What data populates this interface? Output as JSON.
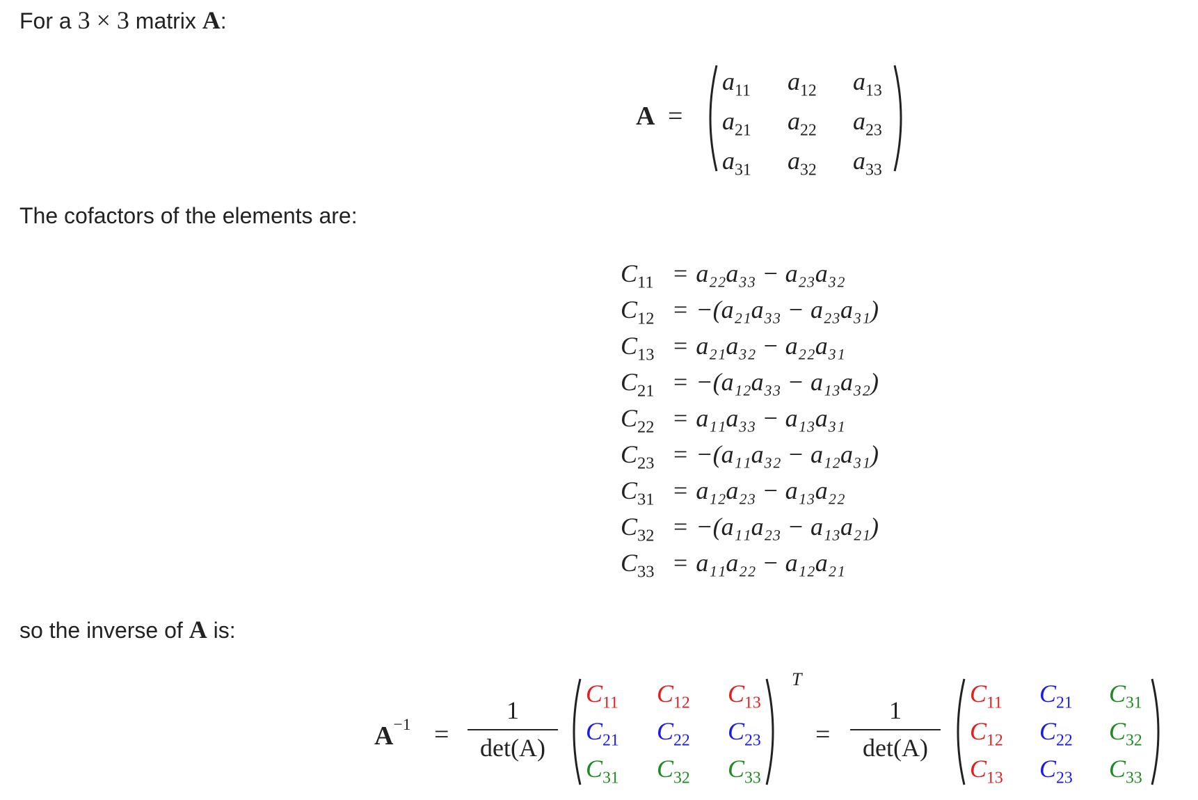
{
  "intro": {
    "prefix": "For a ",
    "dims": "3 × 3",
    "middle": " matrix ",
    "sym": "A",
    "suffix": ":"
  },
  "matrix_A": {
    "lhs": "A",
    "eq": "=",
    "cells": [
      [
        {
          "base": "a",
          "sub": "11"
        },
        {
          "base": "a",
          "sub": "12"
        },
        {
          "base": "a",
          "sub": "13"
        }
      ],
      [
        {
          "base": "a",
          "sub": "21"
        },
        {
          "base": "a",
          "sub": "22"
        },
        {
          "base": "a",
          "sub": "23"
        }
      ],
      [
        {
          "base": "a",
          "sub": "31"
        },
        {
          "base": "a",
          "sub": "32"
        },
        {
          "base": "a",
          "sub": "33"
        }
      ]
    ]
  },
  "cofactor_intro": "The cofactors of the elements are:",
  "cofactors": [
    {
      "lhs": "C",
      "lsub": "11",
      "rhs": "a₂₂a₃₃ − a₂₃a₃₂"
    },
    {
      "lhs": "C",
      "lsub": "12",
      "rhs": "−(a₂₁a₃₃ − a₂₃a₃₁)"
    },
    {
      "lhs": "C",
      "lsub": "13",
      "rhs": "a₂₁a₃₂ − a₂₂a₃₁"
    },
    {
      "lhs": "C",
      "lsub": "21",
      "rhs": "−(a₁₂a₃₃ − a₁₃a₃₂)"
    },
    {
      "lhs": "C",
      "lsub": "22",
      "rhs": "a₁₁a₃₃ − a₁₃a₃₁"
    },
    {
      "lhs": "C",
      "lsub": "23",
      "rhs": "−(a₁₁a₃₂ − a₁₂a₃₁)"
    },
    {
      "lhs": "C",
      "lsub": "31",
      "rhs": "a₁₂a₂₃ − a₁₃a₂₂"
    },
    {
      "lhs": "C",
      "lsub": "32",
      "rhs": "−(a₁₁a₂₃ − a₁₃a₂₁)"
    },
    {
      "lhs": "C",
      "lsub": "33",
      "rhs": "a₁₁a₂₂ − a₁₂a₂₁"
    }
  ],
  "inverse_intro": {
    "prefix": "so the inverse of ",
    "sym": "A",
    "suffix": " is:"
  },
  "inverse": {
    "lhs": "A",
    "lhs_sup": "−1",
    "eq": "=",
    "frac_num": "1",
    "frac_den": "det(A)",
    "transpose": "T",
    "left_matrix": [
      [
        {
          "base": "C",
          "sub": "11",
          "color": "red"
        },
        {
          "base": "C",
          "sub": "12",
          "color": "red"
        },
        {
          "base": "C",
          "sub": "13",
          "color": "red"
        }
      ],
      [
        {
          "base": "C",
          "sub": "21",
          "color": "blue"
        },
        {
          "base": "C",
          "sub": "22",
          "color": "blue"
        },
        {
          "base": "C",
          "sub": "23",
          "color": "blue"
        }
      ],
      [
        {
          "base": "C",
          "sub": "31",
          "color": "green"
        },
        {
          "base": "C",
          "sub": "32",
          "color": "green"
        },
        {
          "base": "C",
          "sub": "33",
          "color": "green"
        }
      ]
    ],
    "right_matrix": [
      [
        {
          "base": "C",
          "sub": "11",
          "color": "red"
        },
        {
          "base": "C",
          "sub": "21",
          "color": "blue"
        },
        {
          "base": "C",
          "sub": "31",
          "color": "green"
        }
      ],
      [
        {
          "base": "C",
          "sub": "12",
          "color": "red"
        },
        {
          "base": "C",
          "sub": "22",
          "color": "blue"
        },
        {
          "base": "C",
          "sub": "32",
          "color": "green"
        }
      ],
      [
        {
          "base": "C",
          "sub": "13",
          "color": "red"
        },
        {
          "base": "C",
          "sub": "23",
          "color": "blue"
        },
        {
          "base": "C",
          "sub": "33",
          "color": "green"
        }
      ]
    ]
  },
  "colors": {
    "red": "#e02020",
    "blue": "#1a1aee",
    "green": "#1f8a1f",
    "text": "#222222"
  }
}
